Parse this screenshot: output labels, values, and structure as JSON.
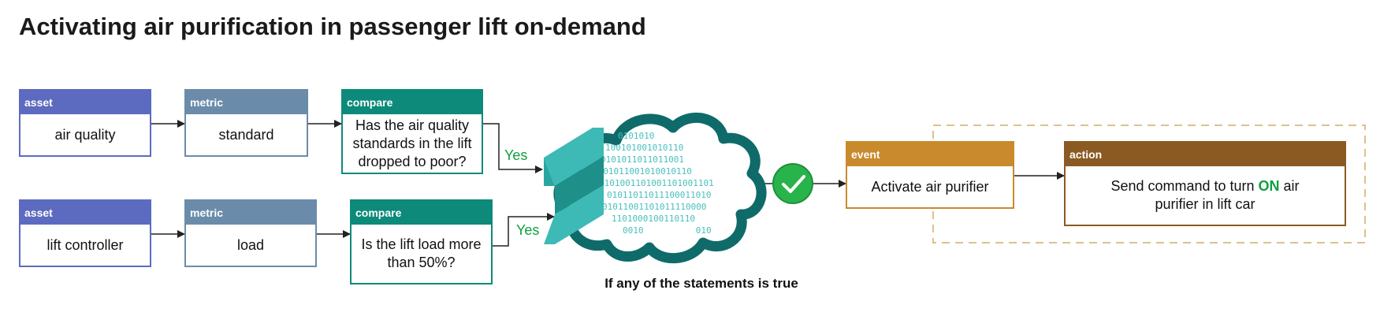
{
  "title": "Activating air purification in passenger lift on-demand",
  "nodes": {
    "asset1": {
      "tag": "asset",
      "text": "air quality"
    },
    "metric1": {
      "tag": "metric",
      "text": "standard"
    },
    "compare1": {
      "tag": "compare",
      "text": "Has the air quality standards in the lift dropped to poor?"
    },
    "asset2": {
      "tag": "asset",
      "text": "lift controller"
    },
    "metric2": {
      "tag": "metric",
      "text": "load"
    },
    "compare2": {
      "tag": "compare",
      "text": "Is the lift load more than 50%?"
    },
    "event": {
      "tag": "event",
      "text": "Activate air purifier"
    },
    "action": {
      "tag": "action",
      "text_before": "Send command to turn ",
      "text_on": "ON",
      "text_after": " air purifier in lift car"
    }
  },
  "yes1": "Yes",
  "yes2": "Yes",
  "caption": "If any of the statements is true",
  "cloud_binary": [
    "0101010",
    "100101001010110",
    "0101011011011001",
    "0001011001010010110",
    "1101001101001101001101",
    "01011011011100011010",
    "01011001101011110000",
    "1101000100110110",
    "0010          010"
  ],
  "colors": {
    "asset": "#5c6bc0",
    "metric": "#6a8caa",
    "compare": "#0d8a7a",
    "event": "#c88a2c",
    "action": "#8a5a22",
    "check": "#28b44a",
    "cloud": "#0f6b6a"
  }
}
